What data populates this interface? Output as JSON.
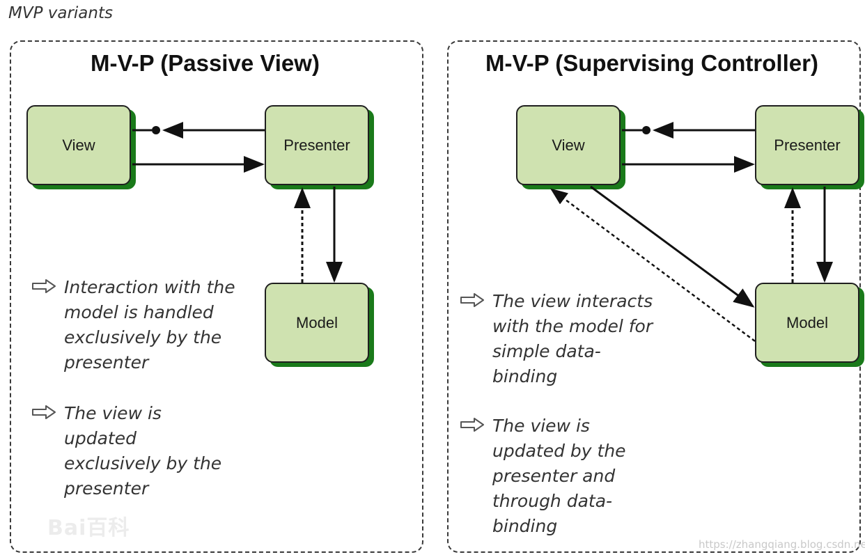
{
  "page_title": "MVP variants",
  "panels": [
    {
      "title": "M-V-P (Passive View)",
      "boxes": {
        "view": "View",
        "presenter": "Presenter",
        "model": "Model"
      },
      "notes": [
        "Interaction with the\nmodel is handled\nexclusively by the\npresenter",
        "The view is\nupdated\nexclusively by the\npresenter"
      ]
    },
    {
      "title": "M-V-P (Supervising Controller)",
      "boxes": {
        "view": "View",
        "presenter": "Presenter",
        "model": "Model"
      },
      "notes": [
        "The view interacts\nwith the model for\nsimple data-\nbinding",
        "The view is\nupdated by the\npresenter and\nthrough data-\nbinding"
      ]
    }
  ],
  "watermarks": {
    "baidu": "Bai百科",
    "url": "https://zhangqiang.blog.csdn.net"
  },
  "colors": {
    "box_fill": "#cfe2b0",
    "box_shadow": "#1a7a1a",
    "border": "#1f1f1f"
  },
  "icons": [
    "hollow-arrow-bullet-icon",
    "baidu-paw-logo"
  ]
}
